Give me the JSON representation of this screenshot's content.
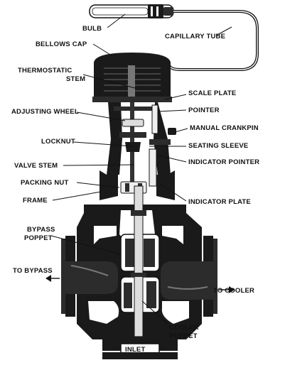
{
  "labels": {
    "bulb": "BULB",
    "capillary_tube": "CAPILLARY TUBE",
    "bellows_cap": "BELLOWS CAP",
    "thermostatic_stem_1": "THERMOSTATIC",
    "thermostatic_stem_2": "STEM",
    "scale_plate": "SCALE PLATE",
    "adjusting_wheel": "ADJUSTING WHEEL",
    "pointer": "POINTER",
    "manual_crankpin": "MANUAL CRANKPIN",
    "locknut": "LOCKNUT",
    "seating_sleeve": "SEATING SLEEVE",
    "valve_stem": "VALVE STEM",
    "indicator_pointer": "INDICATOR POINTER",
    "packing_nut": "PACKING NUT",
    "frame": "FRAME",
    "indicator_plate": "INDICATOR PLATE",
    "bypass_poppet_1": "BYPASS",
    "bypass_poppet_2": "POPPET",
    "to_bypass": "TO BYPASS",
    "to_cooler": "TO COOLER",
    "cooler_poppet_1": "COOLER",
    "cooler_poppet_2": "POPPET",
    "inlet": "INLET"
  }
}
